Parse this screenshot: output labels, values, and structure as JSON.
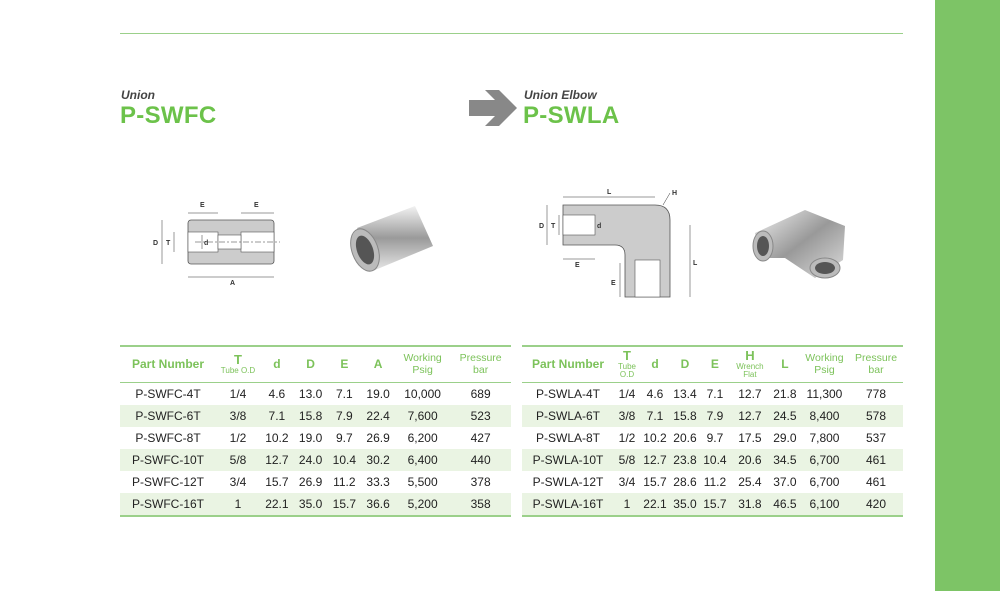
{
  "colors": {
    "accent": "#6cc24a",
    "sidebar": "#7dc466",
    "row_alt": "#eaf4e3"
  },
  "left": {
    "subtitle": "Union",
    "title": "P-SWFC",
    "diagram_labels": {
      "E1": "E",
      "E2": "E",
      "D": "D",
      "T": "T",
      "d": "d",
      "A": "A"
    },
    "columns": [
      {
        "main": "Part Number"
      },
      {
        "main": "T",
        "sub": "Tube O.D"
      },
      {
        "main": "d"
      },
      {
        "main": "D"
      },
      {
        "main": "E"
      },
      {
        "main": "A"
      },
      {
        "main": "Working",
        "sub": "Psig"
      },
      {
        "main": "Pressure",
        "sub": "bar"
      }
    ],
    "rows": [
      [
        "P-SWFC-4T",
        "1/4",
        "4.6",
        "13.0",
        "7.1",
        "19.0",
        "10,000",
        "689"
      ],
      [
        "P-SWFC-6T",
        "3/8",
        "7.1",
        "15.8",
        "7.9",
        "22.4",
        "7,600",
        "523"
      ],
      [
        "P-SWFC-8T",
        "1/2",
        "10.2",
        "19.0",
        "9.7",
        "26.9",
        "6,200",
        "427"
      ],
      [
        "P-SWFC-10T",
        "5/8",
        "12.7",
        "24.0",
        "10.4",
        "30.2",
        "6,400",
        "440"
      ],
      [
        "P-SWFC-12T",
        "3/4",
        "15.7",
        "26.9",
        "11.2",
        "33.3",
        "5,500",
        "378"
      ],
      [
        "P-SWFC-16T",
        "1",
        "22.1",
        "35.0",
        "15.7",
        "36.6",
        "5,200",
        "358"
      ]
    ]
  },
  "right": {
    "subtitle": "Union Elbow",
    "title": "P-SWLA",
    "diagram_labels": {
      "L": "L",
      "H": "H",
      "D": "D",
      "T": "T",
      "d": "d",
      "E1": "E",
      "E2": "E",
      "L2": "L"
    },
    "columns": [
      {
        "main": "Part Number"
      },
      {
        "main": "T",
        "sub": "Tube O.D"
      },
      {
        "main": "d"
      },
      {
        "main": "D"
      },
      {
        "main": "E"
      },
      {
        "main": "H",
        "sub": "Wrench Flat"
      },
      {
        "main": "L"
      },
      {
        "main": "Working",
        "sub": "Psig"
      },
      {
        "main": "Pressure",
        "sub": "bar"
      }
    ],
    "rows": [
      [
        "P-SWLA-4T",
        "1/4",
        "4.6",
        "13.4",
        "7.1",
        "12.7",
        "21.8",
        "11,300",
        "778"
      ],
      [
        "P-SWLA-6T",
        "3/8",
        "7.1",
        "15.8",
        "7.9",
        "12.7",
        "24.5",
        "8,400",
        "578"
      ],
      [
        "P-SWLA-8T",
        "1/2",
        "10.2",
        "20.6",
        "9.7",
        "17.5",
        "29.0",
        "7,800",
        "537"
      ],
      [
        "P-SWLA-10T",
        "5/8",
        "12.7",
        "23.8",
        "10.4",
        "20.6",
        "34.5",
        "6,700",
        "461"
      ],
      [
        "P-SWLA-12T",
        "3/4",
        "15.7",
        "28.6",
        "11.2",
        "25.4",
        "37.0",
        "6,700",
        "461"
      ],
      [
        "P-SWLA-16T",
        "1",
        "22.1",
        "35.0",
        "15.7",
        "31.8",
        "46.5",
        "6,100",
        "420"
      ]
    ]
  }
}
